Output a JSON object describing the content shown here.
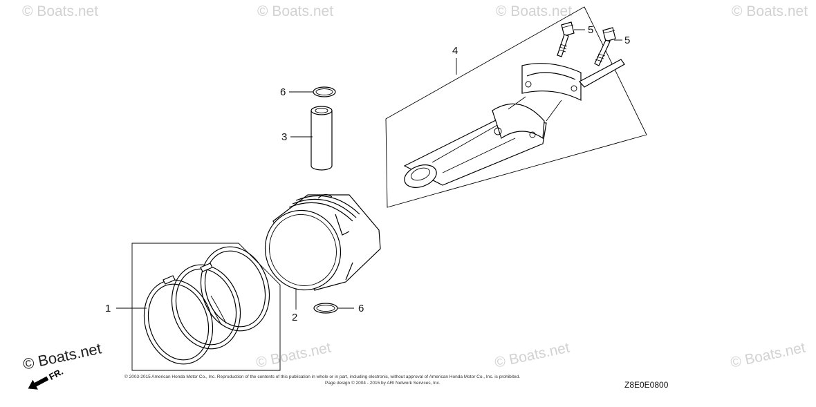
{
  "watermarks": [
    {
      "text": "© Boats.net"
    },
    {
      "text": "© Boats.net"
    },
    {
      "text": "© Boats.net"
    },
    {
      "text": "© Boats.net"
    },
    {
      "text": "© Boats.net"
    },
    {
      "text": "© Boats.net"
    },
    {
      "text": "© Boats.net"
    }
  ],
  "parts": [
    {
      "number": "1"
    },
    {
      "number": "2"
    },
    {
      "number": "3"
    },
    {
      "number": "4"
    },
    {
      "number": "5"
    },
    {
      "number": "5"
    },
    {
      "number": "6"
    },
    {
      "number": "6"
    }
  ],
  "logo": "© Boats.net",
  "orientation": "FR.",
  "copyright_line1": "© 2003-2015 American Honda Motor Co., Inc. Reproduction of the contents of this publication in whole or in part, including electronic, without approval of American Honda Motor Co., Inc. is prohibited.",
  "copyright_line2": "Page design © 2004 - 2015 by ARI Network Services, Inc.",
  "diagram_code": "Z8E0E0800"
}
